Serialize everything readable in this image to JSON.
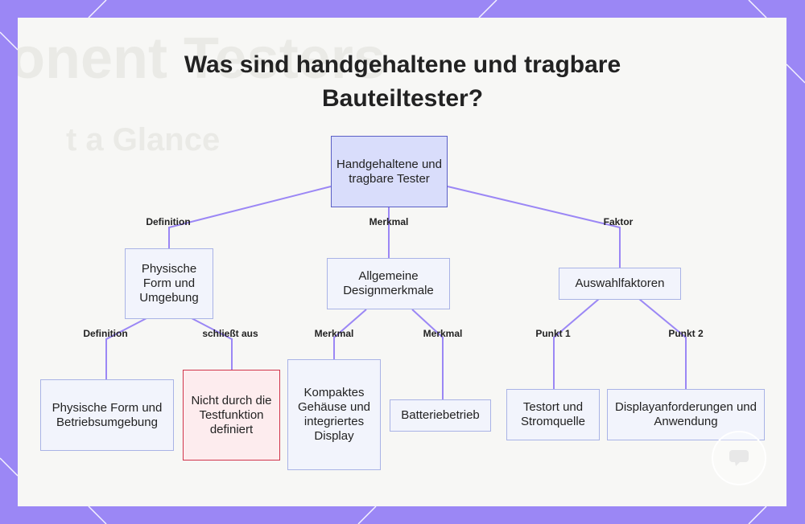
{
  "title_line1": "Was sind handgehaltene und tragbare",
  "title_line2": "Bauteiltester?",
  "colors": {
    "frame": "#9b87f5",
    "line": "#9b87f5",
    "root_fill": "#d9ddfb",
    "node_fill": "#f2f4fc",
    "neg_border": "#d1344b"
  },
  "nodes": {
    "root": "Handgehaltene und tragbare Tester",
    "physische_form_umgebung": "Physische Form und Umgebung",
    "designmerkmale": "Allgemeine Designmerkmale",
    "auswahlfaktoren": "Auswahlfaktoren",
    "physische_form_betrieb": "Physische Form und Betriebsumgebung",
    "nicht_testfunktion": "Nicht durch die Testfunktion definiert",
    "kompaktes_gehaeuse": "Kompaktes Gehäuse und integriertes Display",
    "batteriebetrieb": "Batteriebetrieb",
    "testort": "Testort und Stromquelle",
    "displayanforderungen": "Displayanforderungen und Anwendung"
  },
  "edges": {
    "definition": "Definition",
    "merkmal": "Merkmal",
    "faktor": "Faktor",
    "definition2": "Definition",
    "schliesst_aus": "schließt aus",
    "merkmal2": "Merkmal",
    "merkmal3": "Merkmal",
    "punkt1": "Punkt 1",
    "punkt2": "Punkt 2"
  }
}
